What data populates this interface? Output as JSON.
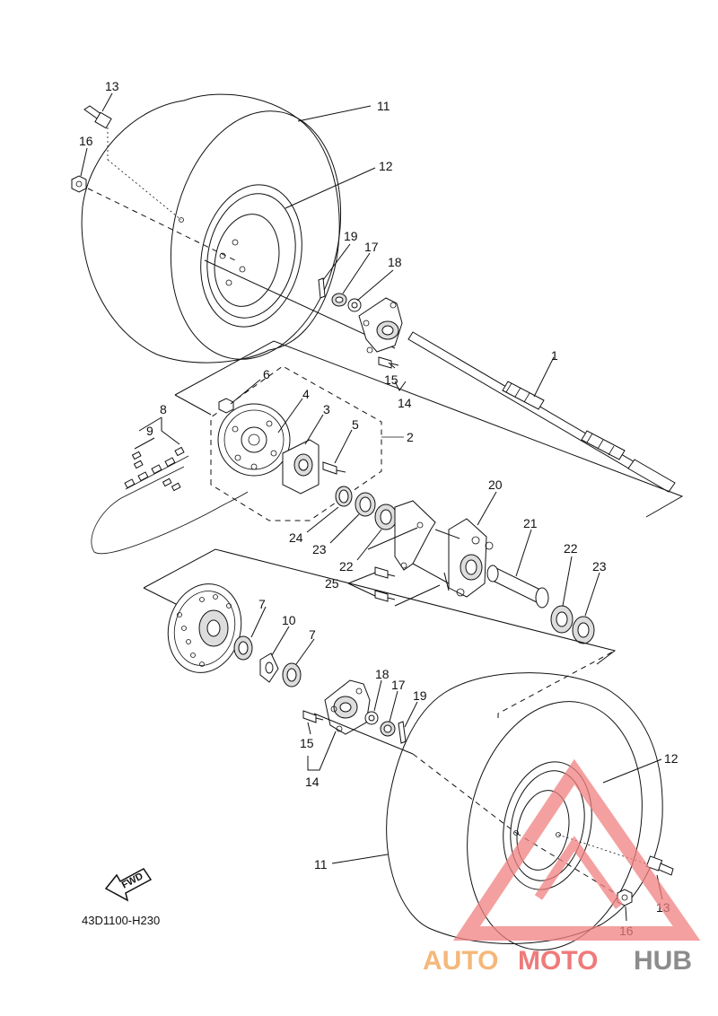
{
  "diagram": {
    "code": "43D1100-H230",
    "fwd_label": "FWD",
    "labels": {
      "p1": "1",
      "p2": "2",
      "p3": "3",
      "p4": "4",
      "p5": "5",
      "p6": "6",
      "p7a": "7",
      "p7b": "7",
      "p8": "8",
      "p9": "9",
      "p10": "10",
      "p11a": "11",
      "p11b": "11",
      "p12a": "12",
      "p12b": "12",
      "p13a": "13",
      "p13b": "13",
      "p14a": "14",
      "p14b": "14",
      "p15a": "15",
      "p15b": "15",
      "p16a": "16",
      "p16b": "16",
      "p17a": "17",
      "p17b": "17",
      "p18a": "18",
      "p18b": "18",
      "p19a": "19",
      "p19b": "19",
      "p20": "20",
      "p21": "21",
      "p22a": "22",
      "p22b": "22",
      "p23a": "23",
      "p23b": "23",
      "p24": "24",
      "p25": "25"
    }
  },
  "watermark": {
    "part1": "AUTO",
    "part2": "MOTO",
    "part3": "HUB",
    "colors": {
      "auto": "#f4b87a",
      "moto": "#ef7a7a",
      "hub": "#8c8c8c",
      "triangle": "#f08080"
    }
  }
}
